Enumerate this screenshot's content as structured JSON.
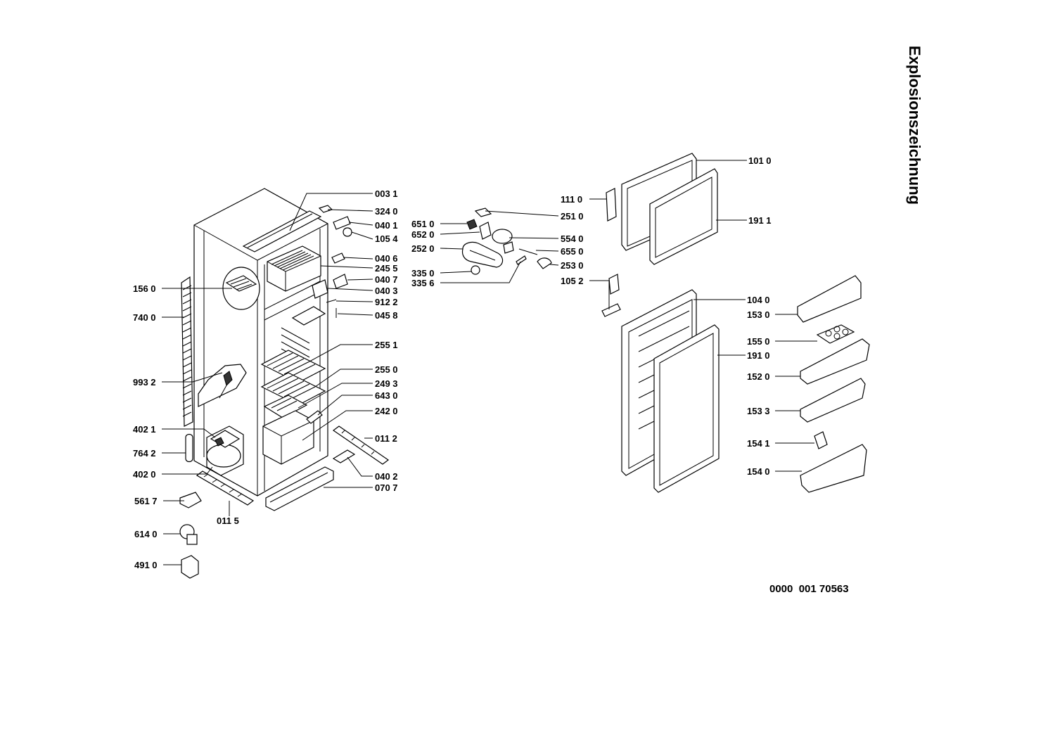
{
  "title": "Explosionszeichnung",
  "document_number": "0000  001 70563",
  "labels": [
    {
      "id": "l-0031",
      "text": "003 1"
    },
    {
      "id": "l-3240",
      "text": "324 0"
    },
    {
      "id": "l-0401",
      "text": "040 1"
    },
    {
      "id": "l-1054",
      "text": "105 4"
    },
    {
      "id": "l-0406",
      "text": "040 6"
    },
    {
      "id": "l-2455",
      "text": "245 5"
    },
    {
      "id": "l-0407",
      "text": "040 7"
    },
    {
      "id": "l-0403",
      "text": "040 3"
    },
    {
      "id": "l-9122",
      "text": "912 2"
    },
    {
      "id": "l-0458",
      "text": "045 8"
    },
    {
      "id": "l-2551",
      "text": "255 1"
    },
    {
      "id": "l-2550",
      "text": "255 0"
    },
    {
      "id": "l-2493",
      "text": "249 3"
    },
    {
      "id": "l-6430",
      "text": "643 0"
    },
    {
      "id": "l-2420",
      "text": "242 0"
    },
    {
      "id": "l-0112",
      "text": "011 2"
    },
    {
      "id": "l-0402",
      "text": "040 2"
    },
    {
      "id": "l-0707",
      "text": "070 7"
    },
    {
      "id": "l-1560",
      "text": "156 0"
    },
    {
      "id": "l-7400",
      "text": "740 0"
    },
    {
      "id": "l-9932",
      "text": "993 2"
    },
    {
      "id": "l-4021",
      "text": "402 1"
    },
    {
      "id": "l-7642",
      "text": "764 2"
    },
    {
      "id": "l-4020",
      "text": "402 0"
    },
    {
      "id": "l-5617",
      "text": "561 7"
    },
    {
      "id": "l-0115",
      "text": "011 5"
    },
    {
      "id": "l-6140",
      "text": "614 0"
    },
    {
      "id": "l-4910",
      "text": "491 0"
    },
    {
      "id": "l-6510",
      "text": "651 0"
    },
    {
      "id": "l-6520",
      "text": "652 0"
    },
    {
      "id": "l-2520",
      "text": "252 0"
    },
    {
      "id": "l-3350",
      "text": "335 0"
    },
    {
      "id": "l-3356",
      "text": "335 6"
    },
    {
      "id": "l-2510",
      "text": "251 0"
    },
    {
      "id": "l-5540",
      "text": "554 0"
    },
    {
      "id": "l-6550",
      "text": "655 0"
    },
    {
      "id": "l-2530",
      "text": "253 0"
    },
    {
      "id": "l-1110",
      "text": "111 0"
    },
    {
      "id": "l-1052",
      "text": "105 2"
    },
    {
      "id": "l-1010",
      "text": "101 0"
    },
    {
      "id": "l-1911",
      "text": "191 1"
    },
    {
      "id": "l-1040",
      "text": "104 0"
    },
    {
      "id": "l-1910",
      "text": "191 0"
    },
    {
      "id": "l-1530",
      "text": "153 0"
    },
    {
      "id": "l-1550",
      "text": "155 0"
    },
    {
      "id": "l-1520",
      "text": "152 0"
    },
    {
      "id": "l-1533",
      "text": "153 3"
    },
    {
      "id": "l-1541",
      "text": "154 1"
    },
    {
      "id": "l-1540",
      "text": "154 0"
    }
  ]
}
